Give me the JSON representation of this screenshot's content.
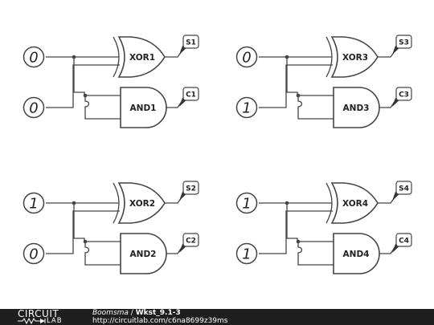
{
  "circuits": [
    {
      "input_a": "0",
      "input_b": "0",
      "xor_label": "XOR1",
      "and_label": "AND1",
      "sum_probe": "S1",
      "carry_probe": "C1"
    },
    {
      "input_a": "0",
      "input_b": "1",
      "xor_label": "XOR3",
      "and_label": "AND3",
      "sum_probe": "S3",
      "carry_probe": "C3"
    },
    {
      "input_a": "1",
      "input_b": "0",
      "xor_label": "XOR2",
      "and_label": "AND2",
      "sum_probe": "S2",
      "carry_probe": "C2"
    },
    {
      "input_a": "1",
      "input_b": "1",
      "xor_label": "XOR4",
      "and_label": "AND4",
      "sum_probe": "S4",
      "carry_probe": "C4"
    }
  ],
  "footer": {
    "logo_top": "CIRCUIT",
    "logo_bottom": "LAB",
    "author": "Boomsma",
    "separator": " / ",
    "circuit_name": "Wkst_9.1-3",
    "url": "http://circuitlab.com/c6na8699z39ms"
  }
}
